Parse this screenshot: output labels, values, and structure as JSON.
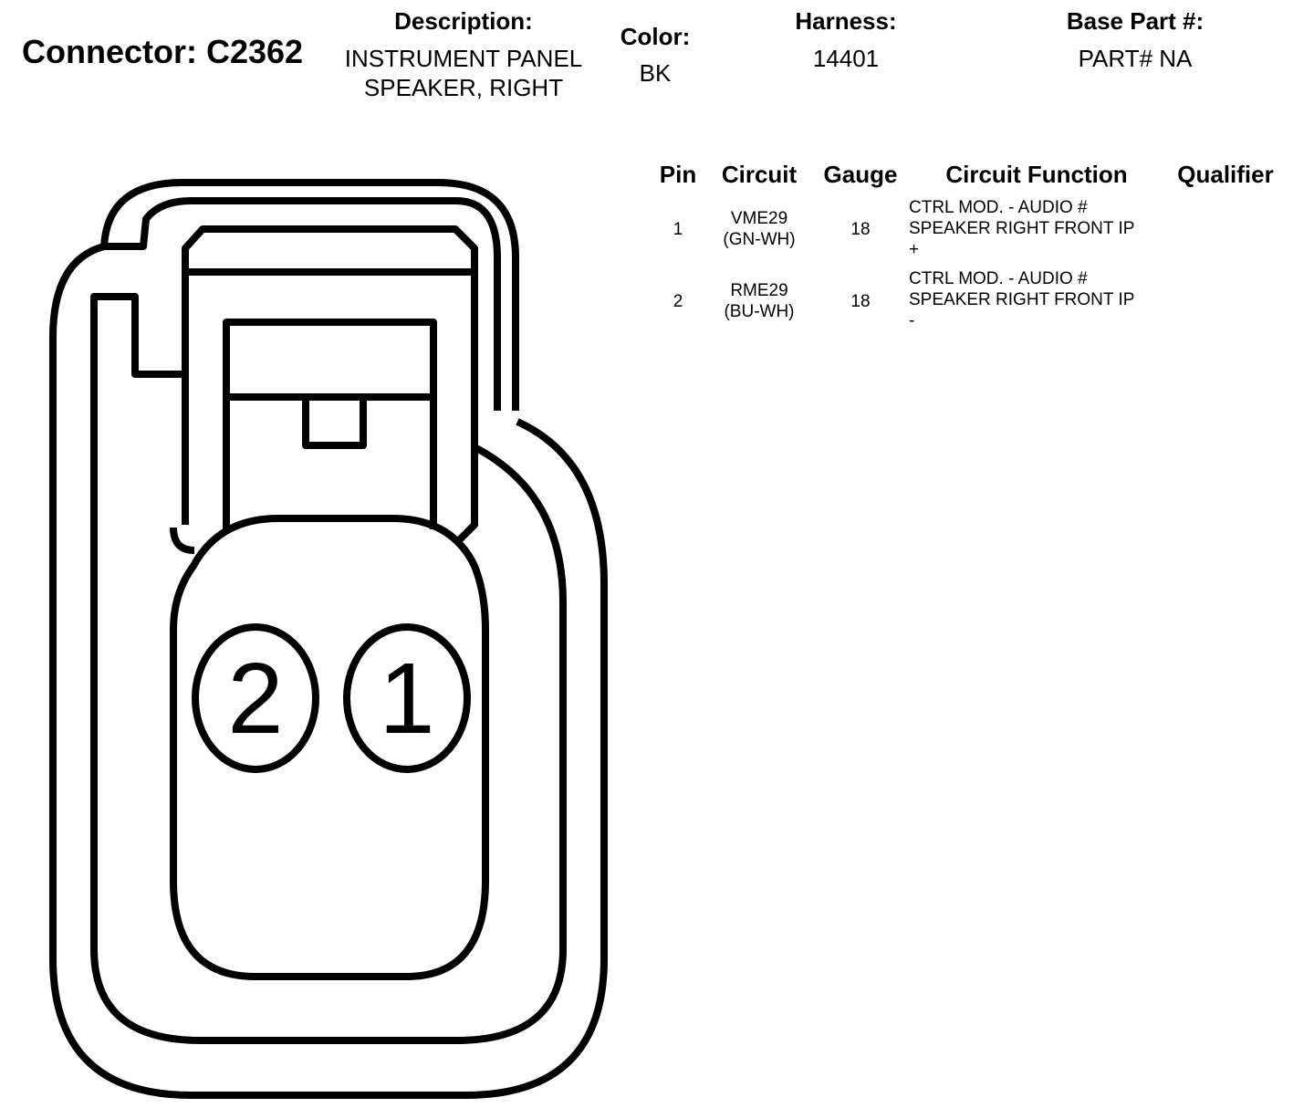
{
  "header": {
    "connector_label": "Connector: C2362",
    "description_label": "Description:",
    "description_line1": "INSTRUMENT PANEL",
    "description_line2": "SPEAKER, RIGHT",
    "color_label": "Color:",
    "color_value": "BK",
    "harness_label": "Harness:",
    "harness_value": "14401",
    "base_part_label": "Base Part #:",
    "base_part_value": "PART# NA"
  },
  "table": {
    "headers": {
      "pin": "Pin",
      "circuit": "Circuit",
      "gauge": "Gauge",
      "function": "Circuit Function",
      "qualifier": "Qualifier"
    },
    "rows": [
      {
        "pin": "1",
        "circuit_line1": "VME29",
        "circuit_line2": "(GN-WH)",
        "gauge": "18",
        "function_line1": "CTRL MOD. - AUDIO #",
        "function_line2": "SPEAKER RIGHT FRONT IP",
        "function_line3": "+",
        "qualifier": ""
      },
      {
        "pin": "2",
        "circuit_line1": "RME29",
        "circuit_line2": "(BU-WH)",
        "gauge": "18",
        "function_line1": "CTRL MOD. - AUDIO #",
        "function_line2": "SPEAKER RIGHT FRONT IP",
        "function_line3": "-",
        "qualifier": ""
      }
    ]
  },
  "diagram": {
    "pin_labels": [
      "2",
      "1"
    ],
    "line_color": "#000000"
  }
}
